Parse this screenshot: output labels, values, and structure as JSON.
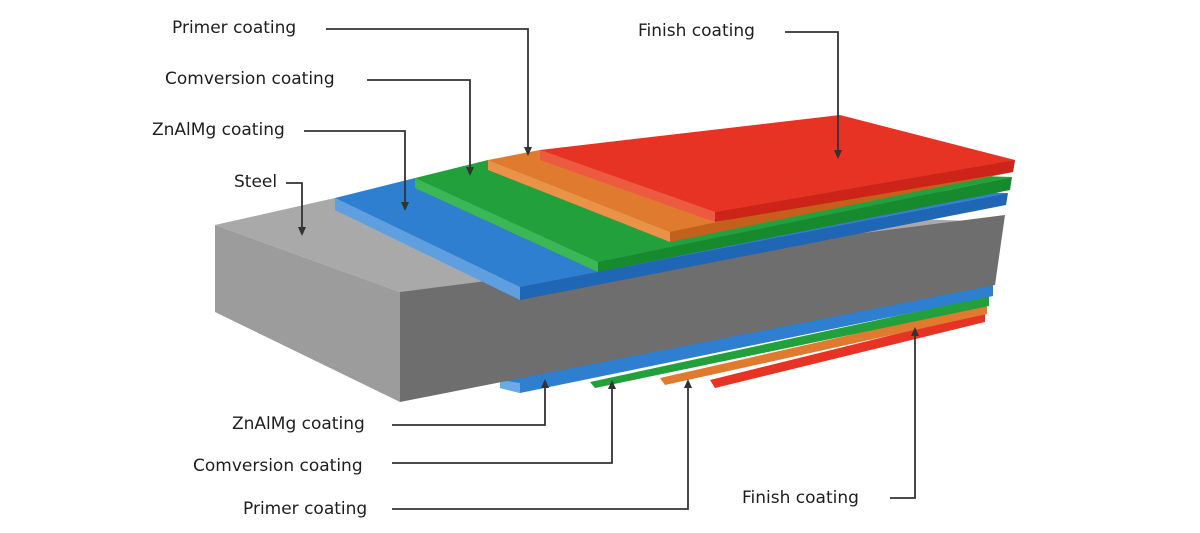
{
  "labels": {
    "top": {
      "primer": "Primer coating",
      "conversion": "Comversion coating",
      "znalmg": "ZnAlMg coating",
      "steel": "Steel",
      "finish": "Finish coating"
    },
    "bottom": {
      "znalmg": "ZnAlMg coating",
      "conversion": "Comversion coating",
      "primer": "Primer coating",
      "finish": "Finish coating"
    }
  },
  "colors": {
    "steel_top": "#a9a9a9",
    "steel_front": "#9b9b9b",
    "steel_side": "#6b6b6b",
    "znalmg": "#2e7fd0",
    "znalmg_edge": "#1f66b4",
    "conversion": "#22a03c",
    "conversion_edge": "#178a2e",
    "primer": "#e07a2e",
    "primer_edge": "#c55f1c",
    "finish": "#e63324",
    "finish_edge": "#cc2418",
    "leader": "#333333"
  }
}
